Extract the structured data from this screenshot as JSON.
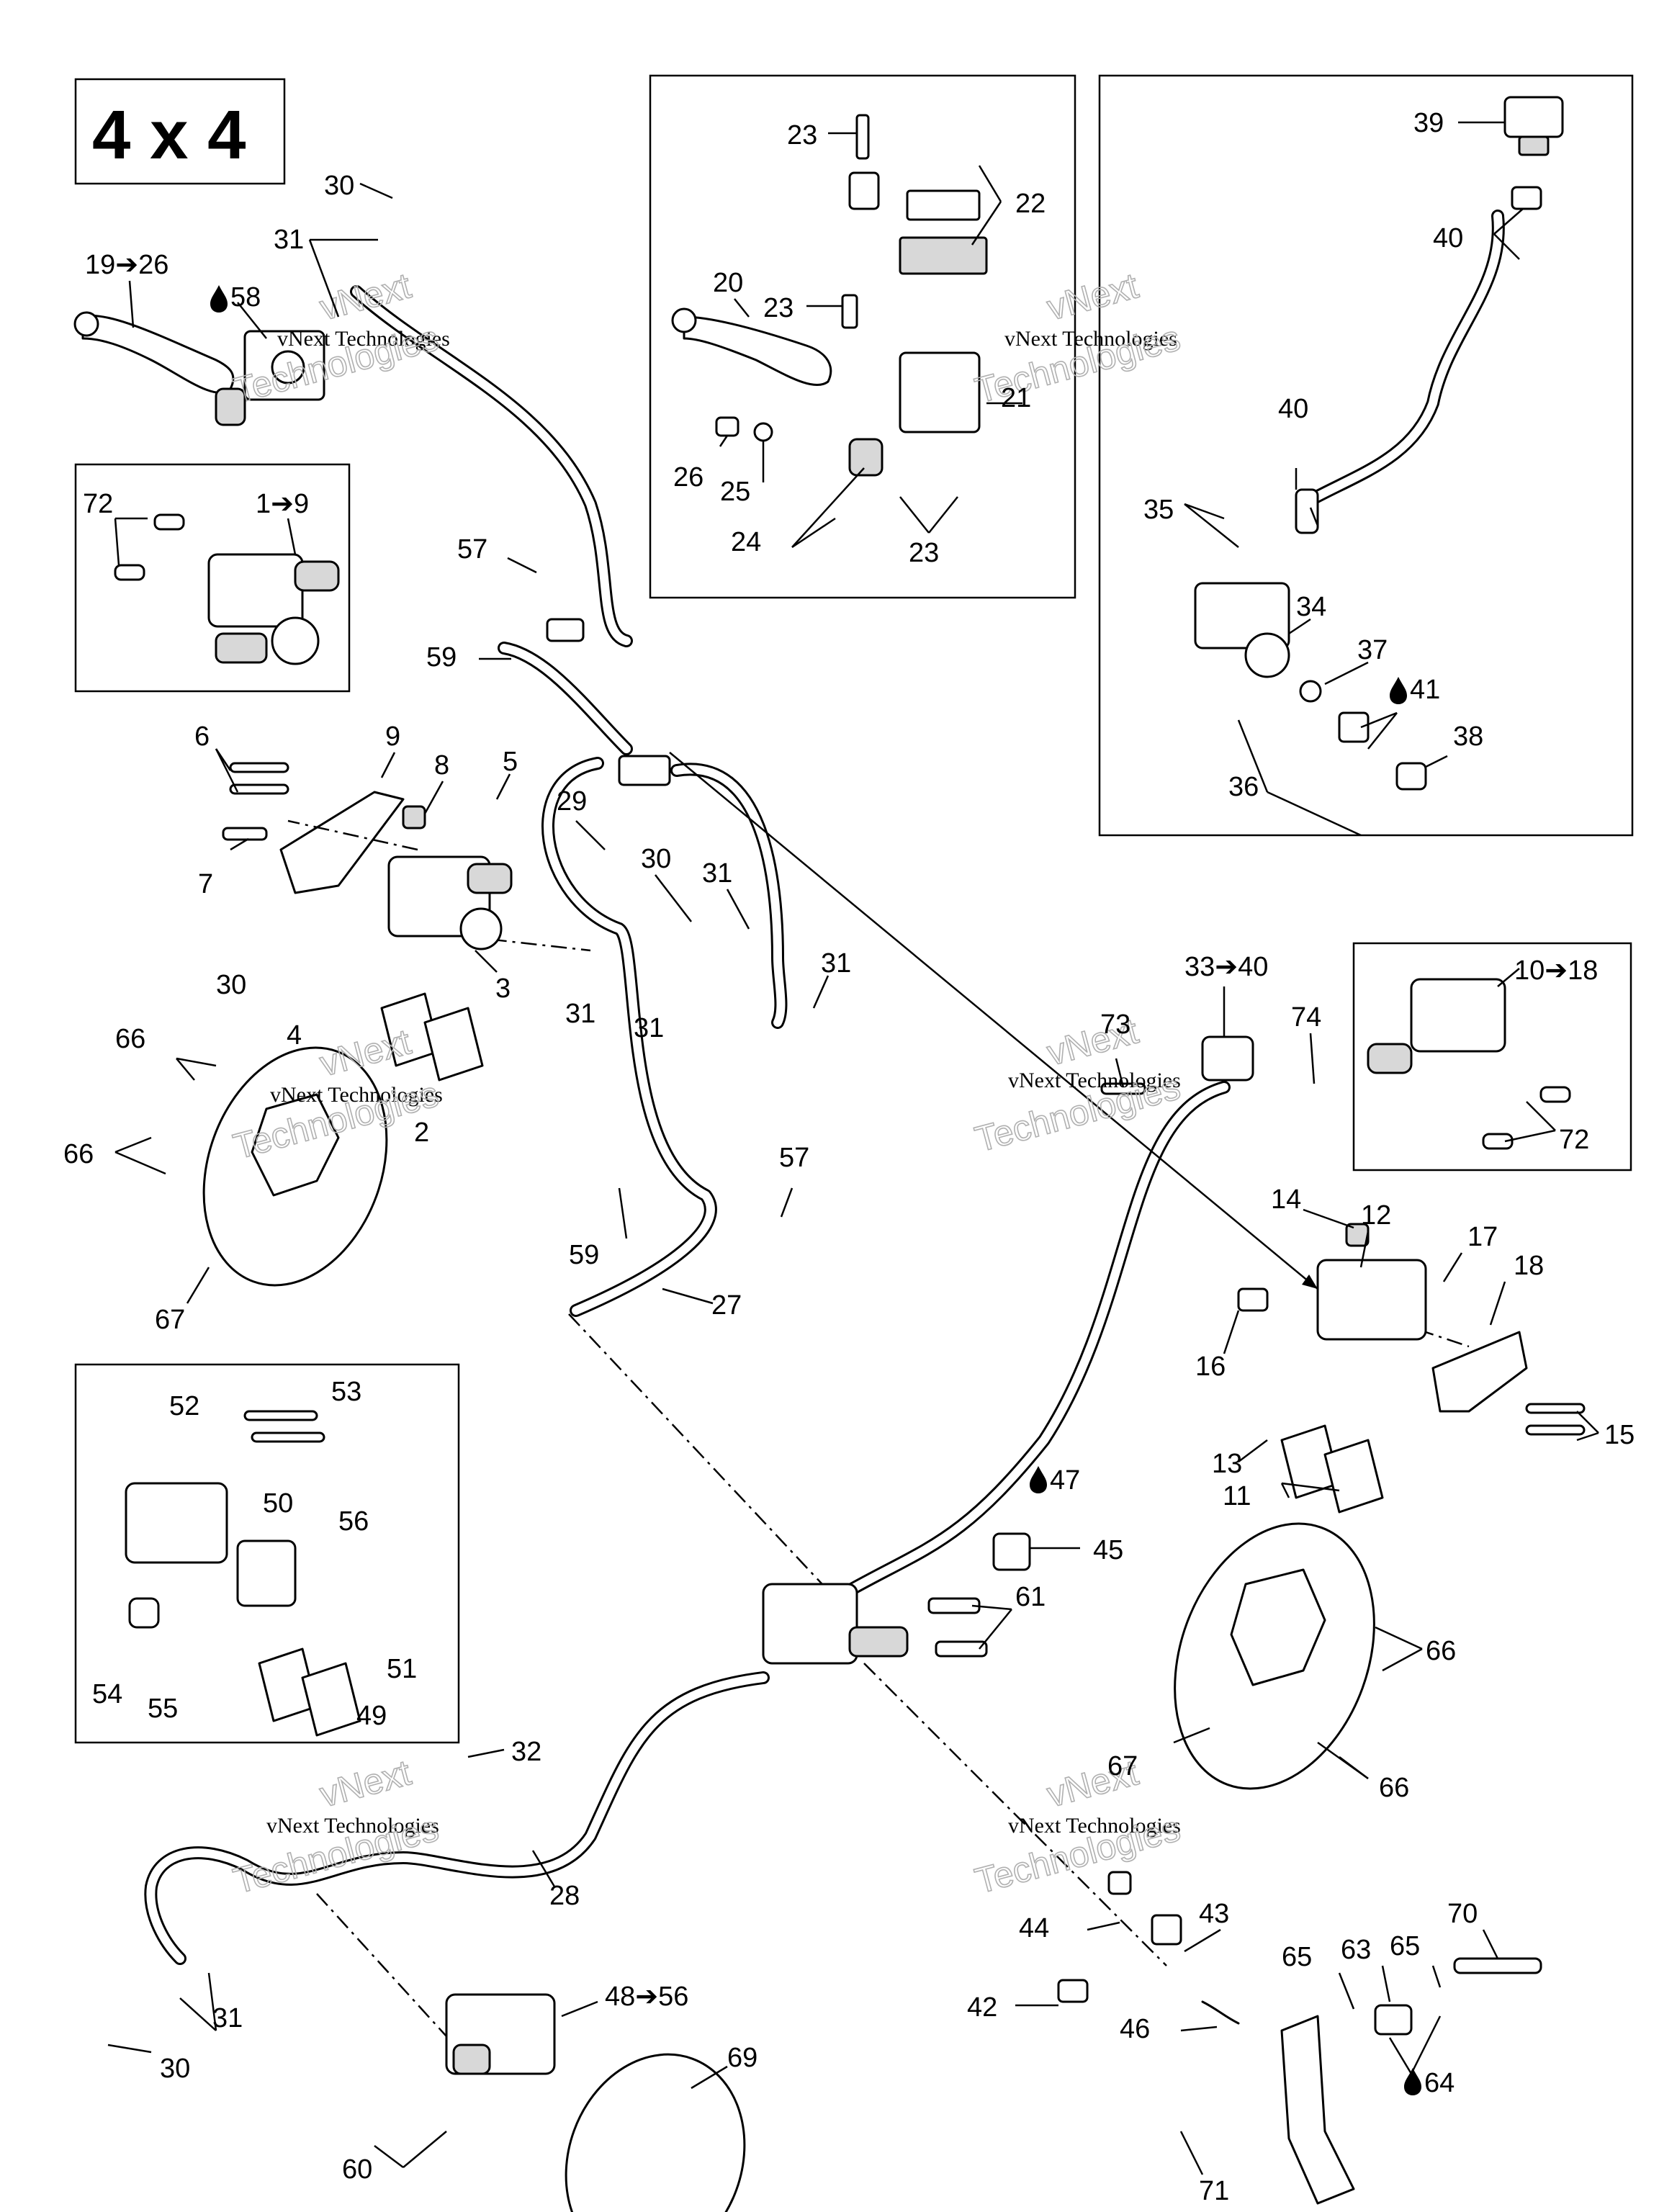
{
  "title": "4 x 4",
  "watermark": {
    "line1": "vNext Technologies",
    "outline": "vNext",
    "outline2": "Technologies"
  },
  "callouts": {
    "c19_26": "19➔26",
    "c58": "58",
    "c30a": "30",
    "c31a": "31",
    "c72a": "72",
    "c1_9": "1➔9",
    "c57a": "57",
    "c59a": "59",
    "c6": "6",
    "c9": "9",
    "c8": "8",
    "c5": "5",
    "c7": "7",
    "c29": "29",
    "c30b": "30",
    "c3": "3",
    "c4": "4",
    "c31b": "31",
    "c31c": "31",
    "c31d": "31",
    "c31e": "31",
    "c30c": "30",
    "c66a": "66",
    "c66b": "66",
    "c2": "2",
    "c67a": "67",
    "c57b": "57",
    "c59b": "59",
    "c27": "27",
    "c23a": "23",
    "c22": "22",
    "c20": "20",
    "c23b": "23",
    "c21": "21",
    "c26": "26",
    "c25": "25",
    "c24": "24",
    "c23c": "23",
    "c39": "39",
    "c40a": "40",
    "c40b": "40",
    "c35": "35",
    "c34": "34",
    "c37": "37",
    "c41": "41",
    "c38": "38",
    "c36": "36",
    "c33_40": "33➔40",
    "c73": "73",
    "c74": "74",
    "c10_18": "10➔18",
    "c72b": "72",
    "c14": "14",
    "c12": "12",
    "c17": "17",
    "c18": "18",
    "c16": "16",
    "c15": "15",
    "c13": "13",
    "c11": "11",
    "c52": "52",
    "c53": "53",
    "c50": "50",
    "c56": "56",
    "c54": "54",
    "c55": "55",
    "c51": "51",
    "c49": "49",
    "c47": "47",
    "c45": "45",
    "c61": "61",
    "c66c": "66",
    "c66d": "66",
    "c67b": "67",
    "c32": "32",
    "c28": "28",
    "c31f": "31",
    "c30d": "30",
    "c48_56": "48➔56",
    "c69": "69",
    "c60": "60",
    "c44": "44",
    "c43": "43",
    "c70": "70",
    "c65a": "65",
    "c63": "63",
    "c65b": "65",
    "c42": "42",
    "c46": "46",
    "c64": "64",
    "c71": "71"
  }
}
